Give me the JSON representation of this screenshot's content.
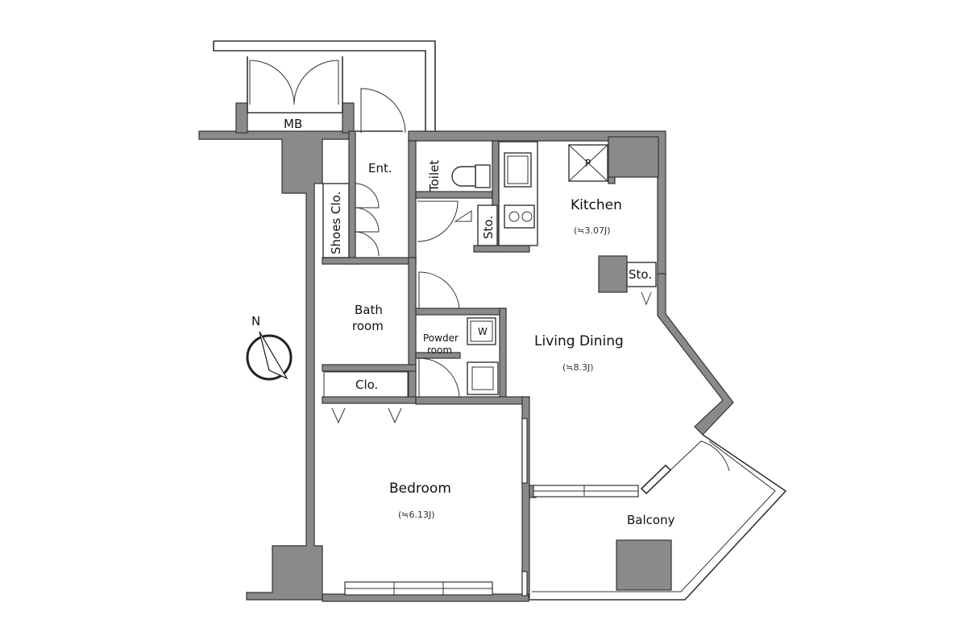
{
  "rooms": {
    "mb": "MB",
    "entrance": "Ent.",
    "toilet": "Toilet",
    "shoes_closet": "Shoes Clo.",
    "storage_small": "Sto.",
    "kitchen": {
      "name": "Kitchen",
      "area": "(≒3.07J)"
    },
    "storage_kitchen": "Sto.",
    "bathroom": [
      "Bath",
      "room"
    ],
    "powder_room": [
      "Powder",
      "room"
    ],
    "washer": "W",
    "living_dining": {
      "name": "Living Dining",
      "area": "(≒8.3J)"
    },
    "closet": "Clo.",
    "bedroom": {
      "name": "Bedroom",
      "area": "(≒6.13J)"
    },
    "balcony": "Balcony",
    "pipe_space": "P"
  },
  "compass": {
    "label": "N"
  },
  "colors": {
    "wall": "#8a8a8a",
    "line": "#333333",
    "background": "#ffffff"
  }
}
